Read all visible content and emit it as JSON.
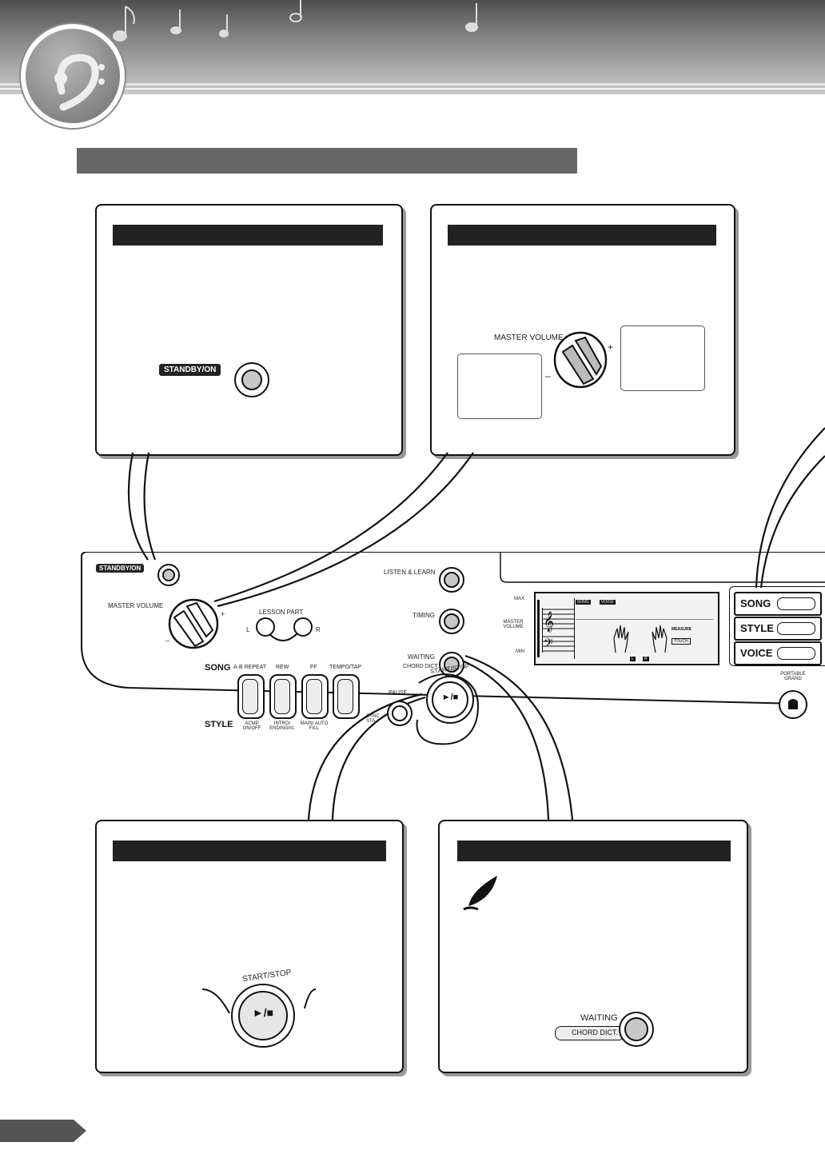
{
  "header": {
    "icon": "bass-clef-icon"
  },
  "callouts": {
    "standby": {
      "label": "STANDBY/ON"
    },
    "master_volume": {
      "label": "MASTER VOLUME",
      "plus": "+",
      "minus": "–"
    },
    "start_stop": {
      "label": "START/STOP",
      "glyph": "►/■"
    },
    "waiting": {
      "label": "WAITING",
      "chord_dict": "CHORD DICT.",
      "icon": "quill-pen-icon"
    }
  },
  "panel": {
    "standby": "STANDBY/ON",
    "master_volume": "MASTER VOLUME",
    "plus": "+",
    "minus": "–",
    "lesson_part": "LESSON PART",
    "lesson_l": "L",
    "lesson_r": "R",
    "listen_learn": "LISTEN & LEARN",
    "timing": "TIMING",
    "waiting": "WAITING",
    "chord_dict": "CHORD DICT.",
    "song": "SONG",
    "style": "STYLE",
    "ab_repeat": "A-B REPEAT",
    "rew": "REW",
    "ff": "FF",
    "tempo_tap": "TEMPO/TAP",
    "acmp": "ACMP ON/OFF",
    "intro": "INTRO/ ENDING/rit.",
    "main": "MAIN/ AUTO FILL",
    "pause": "PAUSE",
    "sync": "SYNC STA",
    "start_stop": "START/STOP",
    "start_glyph": "►/■",
    "portable_grand": "PORTABLE GRAND",
    "lcd": {
      "max": "MAX",
      "master_volume": "MASTER VOLUME",
      "min": "MIN",
      "song": "SONG",
      "voice": "VOICE",
      "measure": "MEASURE",
      "touch": "TOUCH",
      "l": "L",
      "r": "R"
    },
    "mode_buttons": [
      "SONG",
      "STYLE",
      "VOICE"
    ]
  }
}
